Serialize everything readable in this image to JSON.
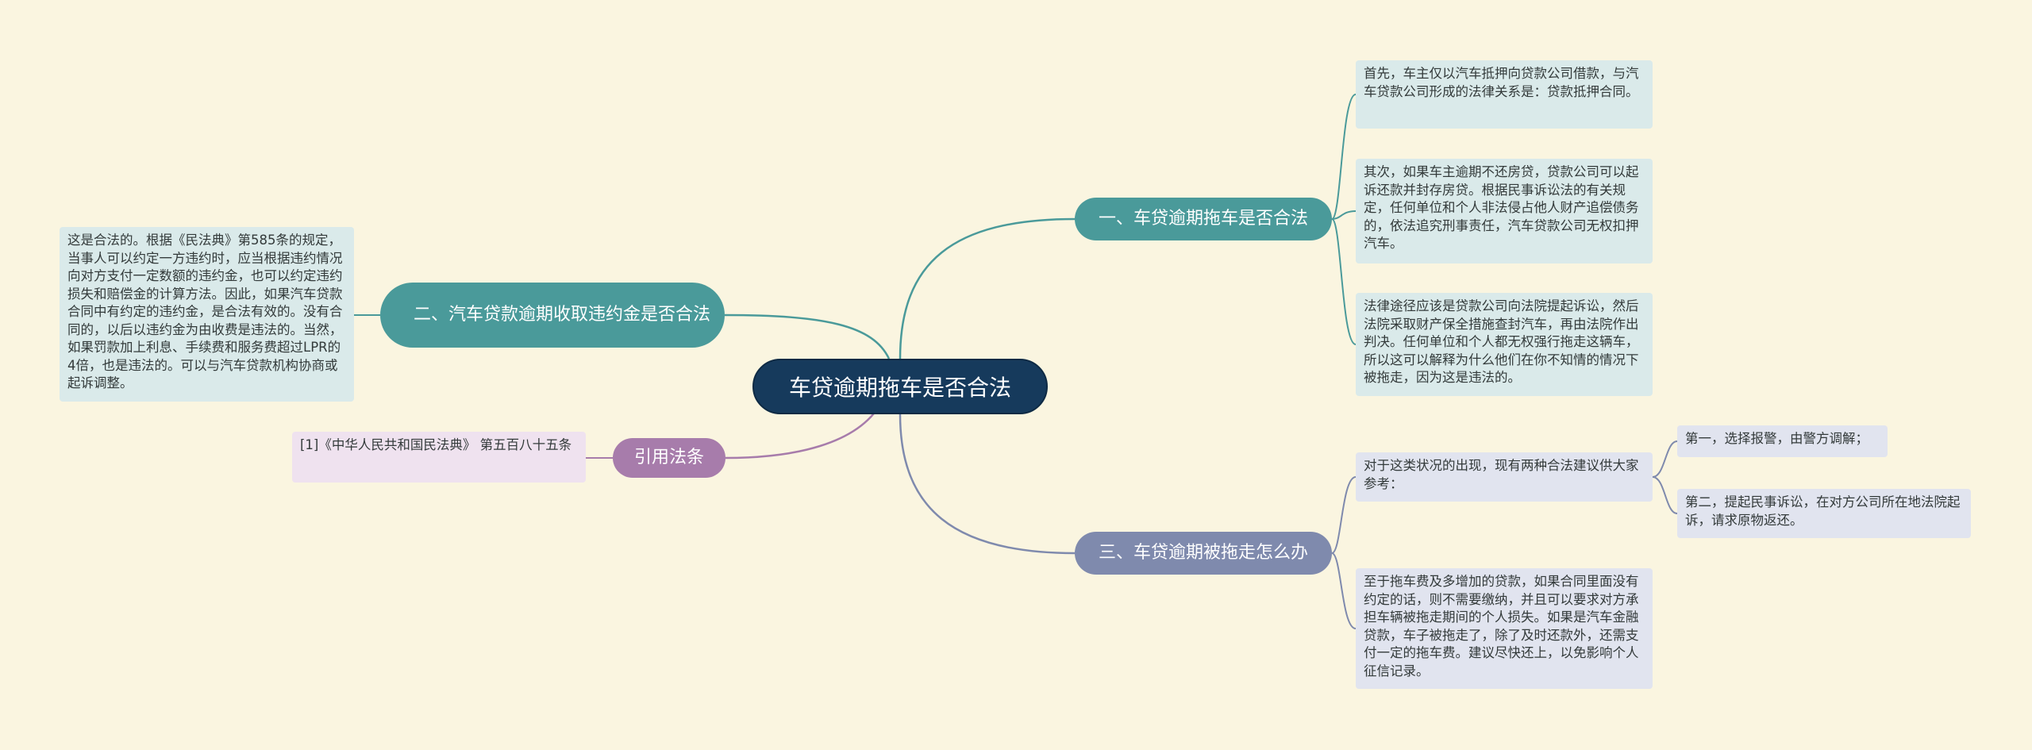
{
  "root": {
    "label": "车贷逾期拖车是否合法"
  },
  "branches": {
    "b1": {
      "label": "一、车贷逾期拖车是否合法"
    },
    "b2": {
      "label": "二、汽车贷款逾期收取违约金是否合法"
    },
    "b3": {
      "label": "引用法条"
    },
    "b4": {
      "label": "三、车贷逾期被拖走怎么办"
    }
  },
  "leaves": {
    "l1": "首先，车主仅以汽车抵押向贷款公司借款，与汽车贷款公司形成的法律关系是：贷款抵押合同。",
    "l2": "其次，如果车主逾期不还房贷，贷款公司可以起诉还款并封存房贷。根据民事诉讼法的有关规定，任何单位和个人非法侵占他人财产追偿债务的，依法追究刑事责任，汽车贷款公司无权扣押汽车。",
    "l3": "法律途径应该是贷款公司向法院提起诉讼，然后法院采取财产保全措施查封汽车，再由法院作出判决。任何单位和个人都无权强行拖走这辆车，所以这可以解释为什么他们在你不知情的情况下被拖走，因为这是违法的。",
    "l4": "这是合法的。根据《民法典》第585条的规定，当事人可以约定一方违约时，应当根据违约情况向对方支付一定数额的违约金，也可以约定违约损失和赔偿金的计算方法。因此，如果汽车贷款合同中有约定的违约金，是合法有效的。没有合同的，以后以违约金为由收费是违法的。当然，如果罚款加上利息、手续费和服务费超过LPR的4倍，也是违法的。可以与汽车贷款机构协商或起诉调整。",
    "l5": "[1]《中华人民共和国民法典》 第五百八十五条",
    "l6": "对于这类状况的出现，现有两种合法建议供大家参考：",
    "l7": "至于拖车费及多增加的贷款，如果合同里面没有约定的话，则不需要缴纳，并且可以要求对方承担车辆被拖走期间的个人损失。如果是汽车金融贷款，车子被拖走了，除了及时还款外，还需支付一定的拖车费。建议尽快还上，以免影响个人征信记录。",
    "l8": "第一，选择报警，由警方调解；",
    "l9": "第二，提起民事诉讼，在对方公司所在地法院起诉，请求原物返还。"
  },
  "colors": {
    "background": "#faf5e0",
    "root": "#163a5c",
    "teal": "#4a9a9a",
    "slate": "#7f8aad",
    "violet": "#a77cab"
  }
}
